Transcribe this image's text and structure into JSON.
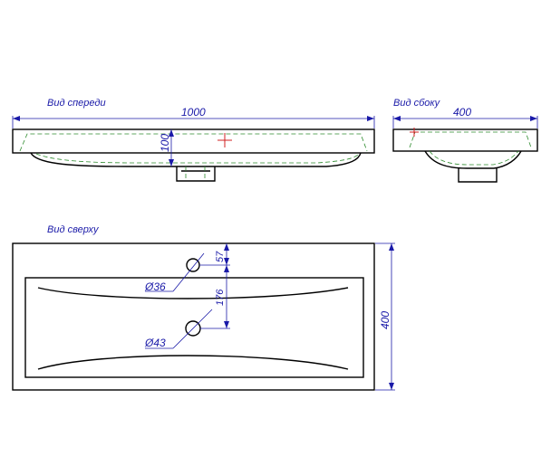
{
  "views": {
    "front": {
      "title": "Вид спереди",
      "width_dim": "1000",
      "height_dim": "100"
    },
    "side": {
      "title": "Вид сбоку",
      "width_dim": "400"
    },
    "top": {
      "title": "Вид сверху",
      "depth_dim": "400",
      "offset_dim_1": "57",
      "offset_dim_2": "176",
      "hole_1_diameter": "Ø36",
      "hole_2_diameter": "Ø43"
    }
  },
  "colors": {
    "outline": "#000000",
    "dimensions": "#1a1aa8",
    "hidden_lines": "#2e8b2e",
    "center_mark": "#d02020"
  }
}
